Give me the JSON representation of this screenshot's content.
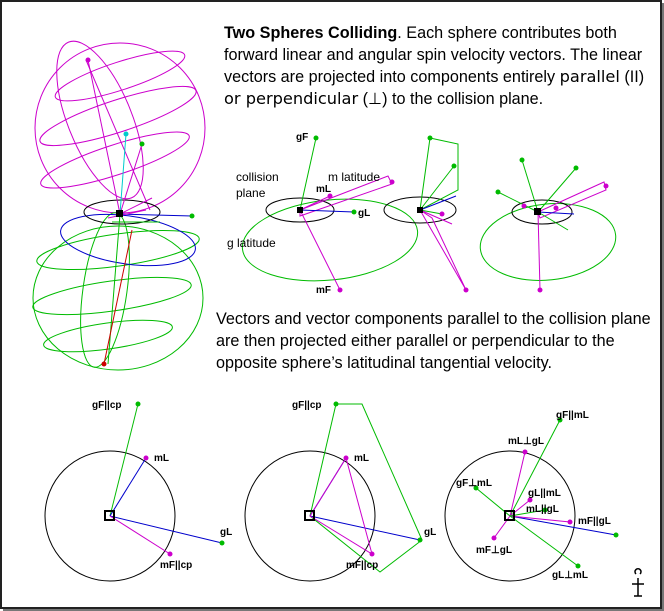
{
  "intro": {
    "title": "Two Spheres Colliding",
    "text_a": ". Each sphere contributes both forward linear and angular spin velocity vectors. The linear vectors are projected into components entirely ",
    "parallel_word": "parallel",
    "parallel_symbol": " (II) ",
    "or_word": "or",
    "perpendicular_word": " perpendicular",
    "perpendicular_symbol": " (⊥)",
    "text_b": " to the collision plane."
  },
  "middle_text": "Vectors and vector components parallel to the collision plane are then projected either parallel or perpendicular to the opposite sphere’s latitudinal tangential velocity.",
  "top_diagram": {
    "collision_plane": "collision\nplane",
    "m_latitude": "m latitude",
    "g_latitude": "g latitude",
    "gF": "gF",
    "mL": "mL",
    "gL": "gL",
    "mF": "mF"
  },
  "bottom_diagrams": {
    "left": {
      "gF_cp": "gF||cp",
      "mL": "mL",
      "gL": "gL",
      "mF_cp": "mF||cp"
    },
    "middle": {
      "gF_cp": "gF||cp",
      "mL": "mL",
      "gL": "gL",
      "mF_cp": "mF||cp"
    },
    "right": {
      "gF_par_mL": "gF||mL",
      "mL_perp_gL": "mL⊥gL",
      "gF_perp_mL": "gF⊥mL",
      "gL_par_mL": "gL||mL",
      "mL_par_gL": "mL||gL",
      "mF_par_gL": "mF||gL",
      "mF_perp_gL": "mF⊥gL",
      "gL_perp_mL": "gL⊥mL"
    }
  },
  "colors": {
    "magenta": "#cc00cc",
    "green": "#00bb00",
    "blue": "#0000cc",
    "lightgreen": "#33cc33"
  }
}
